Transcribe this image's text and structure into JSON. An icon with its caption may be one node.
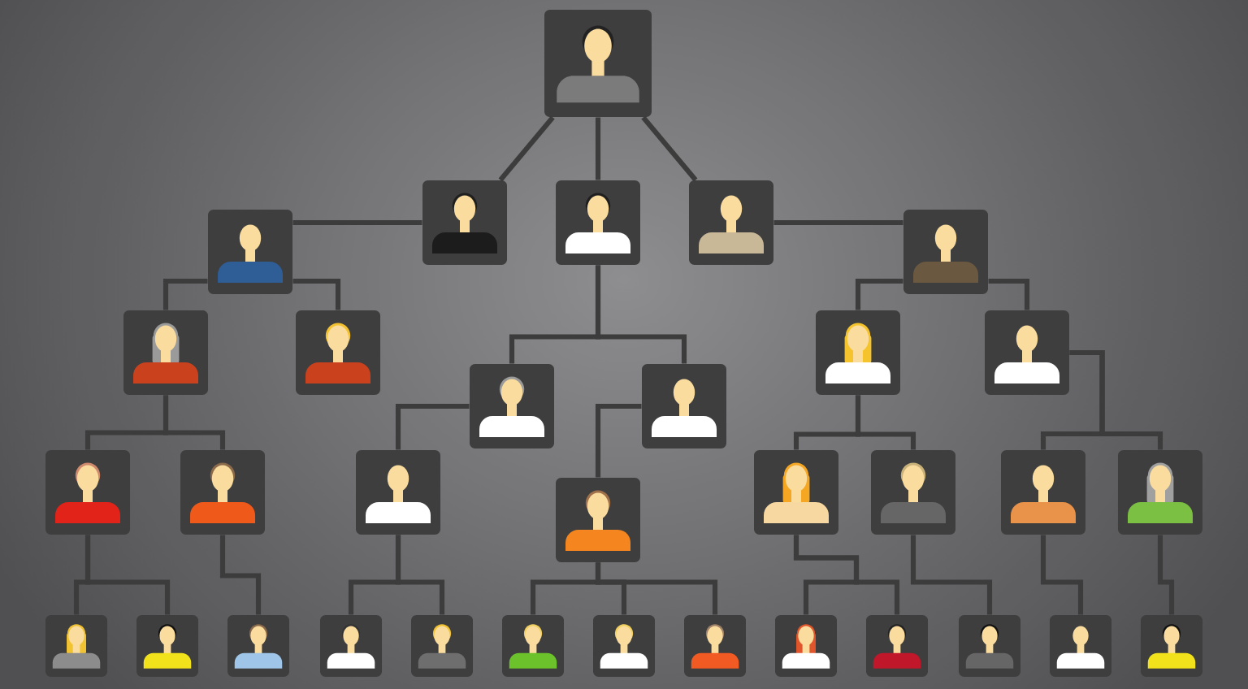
{
  "diagram": {
    "nodes": [
      {
        "text": [],
        "shape": "person"
      },
      {
        "text": [],
        "shape": "person"
      },
      {
        "text": [],
        "shape": "person"
      },
      {
        "text": [],
        "shape": "person"
      },
      {
        "text": [],
        "shape": "person"
      },
      {
        "text": [],
        "shape": "person"
      },
      {
        "text": [],
        "shape": "person"
      },
      {
        "text": [],
        "shape": "person"
      },
      {
        "text": [],
        "shape": "person"
      },
      {
        "text": [],
        "shape": "person"
      },
      {
        "text": [],
        "shape": "person"
      },
      {
        "text": [],
        "shape": "person"
      },
      {
        "text": [],
        "shape": "person"
      },
      {
        "text": [],
        "shape": "person"
      },
      {
        "text": [],
        "shape": "person"
      },
      {
        "text": [],
        "shape": "person"
      },
      {
        "text": [],
        "shape": "person"
      },
      {
        "text": [],
        "shape": "person"
      },
      {
        "text": [],
        "shape": "person"
      },
      {
        "text": [],
        "shape": "person"
      },
      {
        "text": [],
        "shape": "person"
      },
      {
        "text": [],
        "shape": "person"
      },
      {
        "text": [],
        "shape": "person"
      },
      {
        "text": [],
        "shape": "person"
      },
      {
        "text": [],
        "shape": "person"
      },
      {
        "text": [],
        "shape": "person"
      },
      {
        "text": [],
        "shape": "person"
      },
      {
        "text": [],
        "shape": "person"
      },
      {
        "text": [],
        "shape": "person"
      },
      {
        "text": [],
        "shape": "person"
      },
      {
        "text": [],
        "shape": "person"
      },
      {
        "text": [],
        "shape": "person"
      },
      {
        "text": [],
        "shape": "person"
      }
    ],
    "edges": [
      {
        "from": 0,
        "to": 1,
        "arrow": "none"
      },
      {
        "from": 0,
        "to": 2,
        "arrow": "none"
      },
      {
        "from": 0,
        "to": 3,
        "arrow": "none"
      },
      {
        "from": 1,
        "to": 4,
        "arrow": "none"
      },
      {
        "from": 3,
        "to": 5,
        "arrow": "none"
      },
      {
        "from": 4,
        "to": 6,
        "arrow": "none"
      },
      {
        "from": 4,
        "to": 7,
        "arrow": "none"
      },
      {
        "from": 2,
        "to": 8,
        "arrow": "none"
      },
      {
        "from": 2,
        "to": 9,
        "arrow": "none"
      },
      {
        "from": 5,
        "to": 10,
        "arrow": "none"
      },
      {
        "from": 5,
        "to": 11,
        "arrow": "none"
      },
      {
        "from": 6,
        "to": 12,
        "arrow": "none"
      },
      {
        "from": 6,
        "to": 13,
        "arrow": "none"
      },
      {
        "from": 8,
        "to": 14,
        "arrow": "none"
      },
      {
        "from": 9,
        "to": 15,
        "arrow": "none"
      },
      {
        "from": 10,
        "to": 16,
        "arrow": "none"
      },
      {
        "from": 10,
        "to": 17,
        "arrow": "none"
      },
      {
        "from": 11,
        "to": 18,
        "arrow": "none"
      },
      {
        "from": 11,
        "to": 19,
        "arrow": "none"
      },
      {
        "from": 12,
        "to": 20,
        "arrow": "none"
      },
      {
        "from": 12,
        "to": 21,
        "arrow": "none"
      },
      {
        "from": 13,
        "to": 22,
        "arrow": "none"
      },
      {
        "from": 14,
        "to": 23,
        "arrow": "none"
      },
      {
        "from": 14,
        "to": 24,
        "arrow": "none"
      },
      {
        "from": 15,
        "to": 25,
        "arrow": "none"
      },
      {
        "from": 15,
        "to": 26,
        "arrow": "none"
      },
      {
        "from": 15,
        "to": 27,
        "arrow": "none"
      },
      {
        "from": 16,
        "to": 28,
        "arrow": "none"
      },
      {
        "from": 16,
        "to": 29,
        "arrow": "none"
      },
      {
        "from": 17,
        "to": 30,
        "arrow": "none"
      },
      {
        "from": 18,
        "to": 31,
        "arrow": "none"
      },
      {
        "from": 19,
        "to": 32,
        "arrow": "none"
      }
    ]
  }
}
